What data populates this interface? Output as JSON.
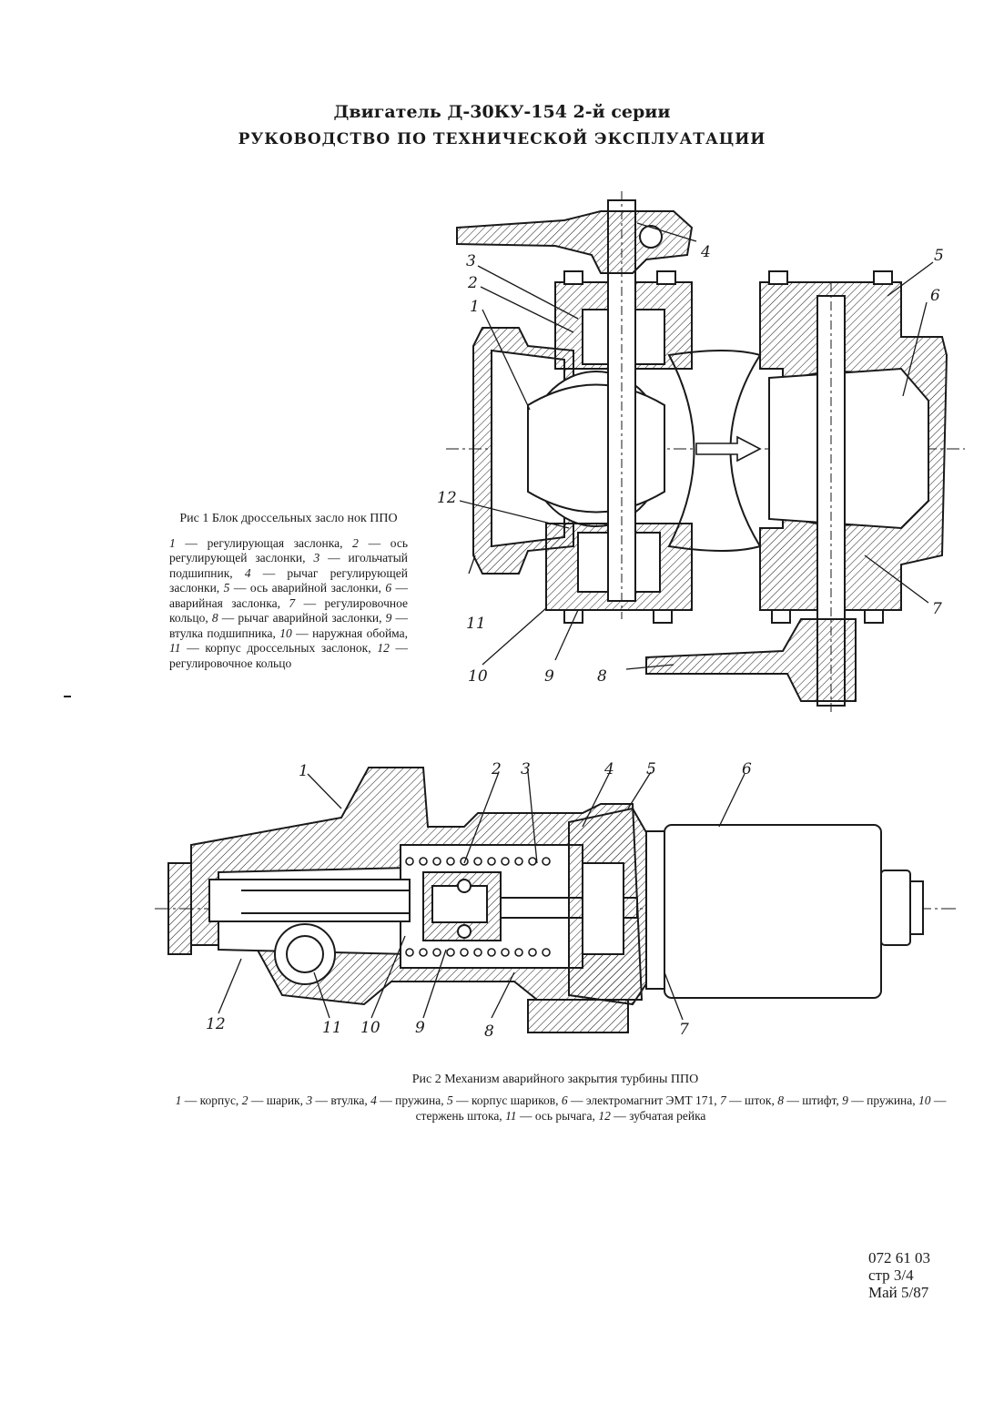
{
  "header": {
    "line1": "Двигатель Д-30КУ-154 2-й серии",
    "line2": "РУКОВОДСТВО ПО ТЕХНИЧЕСКОЙ ЭКСПЛУАТАЦИИ"
  },
  "figure1": {
    "caption_title": "Рис 1 Блок дроссельных засло нок ППО",
    "legend": [
      {
        "n": "1",
        "text": "регулирующая заслонка,"
      },
      {
        "n": "2",
        "text": "ось регулирующей заслонки,"
      },
      {
        "n": "3",
        "text": "игольчатый подшипник,"
      },
      {
        "n": "4",
        "text": "рычаг регулирующей заслонки,"
      },
      {
        "n": "5",
        "text": "ось аварийной заслонки,"
      },
      {
        "n": "6",
        "text": "аварийная заслонка,"
      },
      {
        "n": "7",
        "text": "регулировочное кольцо,"
      },
      {
        "n": "8",
        "text": "рычаг аварийной заслонки,"
      },
      {
        "n": "9",
        "text": "втулка подшипника,"
      },
      {
        "n": "10",
        "text": "наружная обойма,"
      },
      {
        "n": "11",
        "text": "корпус дроссельных заслонок,"
      },
      {
        "n": "12",
        "text": "регулировочное кольцо"
      }
    ],
    "labels": [
      "1",
      "2",
      "3",
      "4",
      "5",
      "6",
      "7",
      "8",
      "9",
      "10",
      "11",
      "12"
    ]
  },
  "figure2": {
    "caption_title": "Рис 2 Механизм аварийного закрытия турбины ППО",
    "legend": [
      {
        "n": "1",
        "text": "корпус,"
      },
      {
        "n": "2",
        "text": "шарик,"
      },
      {
        "n": "3",
        "text": "втулка,"
      },
      {
        "n": "4",
        "text": "пружина,"
      },
      {
        "n": "5",
        "text": "корпус шариков,"
      },
      {
        "n": "6",
        "text": "электромагнит ЭМТ 171,"
      },
      {
        "n": "7",
        "text": "шток,"
      },
      {
        "n": "8",
        "text": "штифт,"
      },
      {
        "n": "9",
        "text": "пружина,"
      },
      {
        "n": "10",
        "text": "стержень штока,"
      },
      {
        "n": "11",
        "text": "ось рычага,"
      },
      {
        "n": "12",
        "text": "зубчатая рейка"
      }
    ],
    "labels": [
      "1",
      "2",
      "3",
      "4",
      "5",
      "6",
      "7",
      "8",
      "9",
      "10",
      "11",
      "12"
    ]
  },
  "footer": {
    "code": "072 61 03",
    "page": "стр 3/4",
    "date": "Май 5/87"
  }
}
